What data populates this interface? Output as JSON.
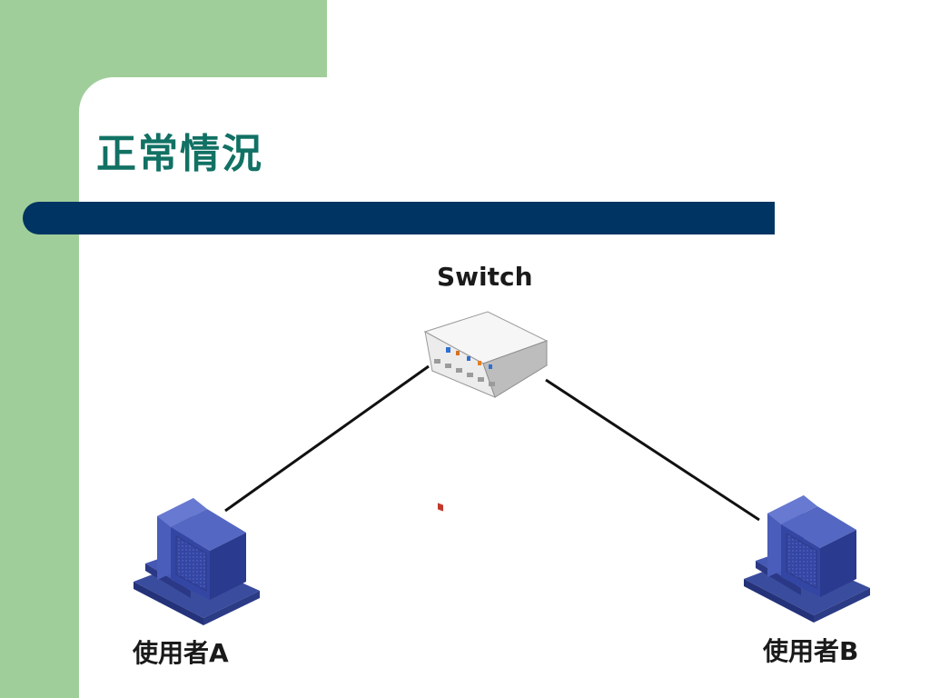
{
  "slide": {
    "title": "正常情況"
  },
  "diagram": {
    "nodes": {
      "switch": {
        "label": "Switch",
        "icon": "network-switch-icon"
      },
      "user_a": {
        "label": "使用者A",
        "icon": "desktop-computer-icon"
      },
      "user_b": {
        "label": "使用者B",
        "icon": "desktop-computer-icon"
      }
    },
    "edges": [
      {
        "from": "switch",
        "to": "user_a"
      },
      {
        "from": "switch",
        "to": "user_b"
      }
    ]
  },
  "colors": {
    "sidebar": "#9fce9a",
    "title_text": "#117164",
    "title_bar": "#003463",
    "computer_blue": "#3d4fa8",
    "link_line": "#111111"
  }
}
